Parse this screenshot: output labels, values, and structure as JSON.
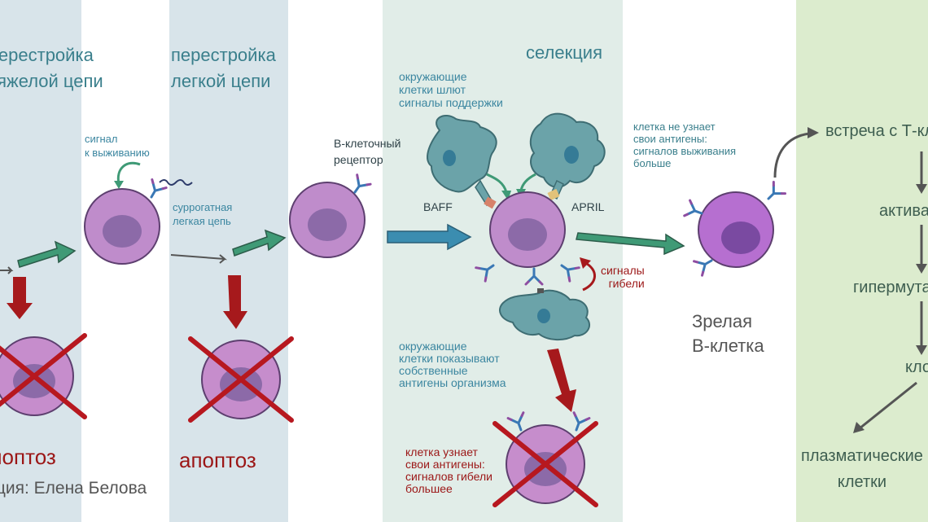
{
  "stages": {
    "heavy_chain_title": "перестройка\nтяжелой цепи",
    "light_chain_title": "перестройка\nлегкой цепи",
    "selection_title": "селекция"
  },
  "labels": {
    "survival_signal": "сигнал\nк выживанию",
    "surrogate_light_chain": "суррогатная\nлегкая цепь",
    "bcell_receptor": "В-клеточный\nрецептор",
    "support_signals": "окружающие\nклетки шлют\nсигналы поддержки",
    "baff": "BAFF",
    "april": "APRIL",
    "death_signals": "сигналы\nгибели",
    "self_antigens_shown": "окружающие\nклетки показывают\nсобственные\nантигены организма",
    "recognizes_self": "клетка узнает\nсвои антигены:\nсигналов гибели\nбольшее",
    "not_recognizes_self": "клетка не узнает\nсвои антигены:\nсигналов выживания\nбольше",
    "mature_bcell": "Зрелая\nВ-клетка",
    "apoptosis_1": "апоптоз",
    "apoptosis_2": "апоптоз",
    "credit": "Иллюстрация: Елена Белова"
  },
  "pathway": {
    "meeting": "встреча с Т-клеткой",
    "activation": "активация",
    "hypermutation": "гипермутация",
    "clones": "клоны",
    "plasma": "плазматические\nклетки"
  },
  "colors": {
    "band_blue": "#d8e4ea",
    "band_teal": "#e1ede8",
    "band_green": "#dcecce",
    "cell_fill": "#bf8ccb",
    "nucleus": "#8c6aa8",
    "arrow_green": "#3f9a76",
    "arrow_red": "#a6191c",
    "arrow_blue": "#3b8db0",
    "x_red": "#b7181f"
  }
}
